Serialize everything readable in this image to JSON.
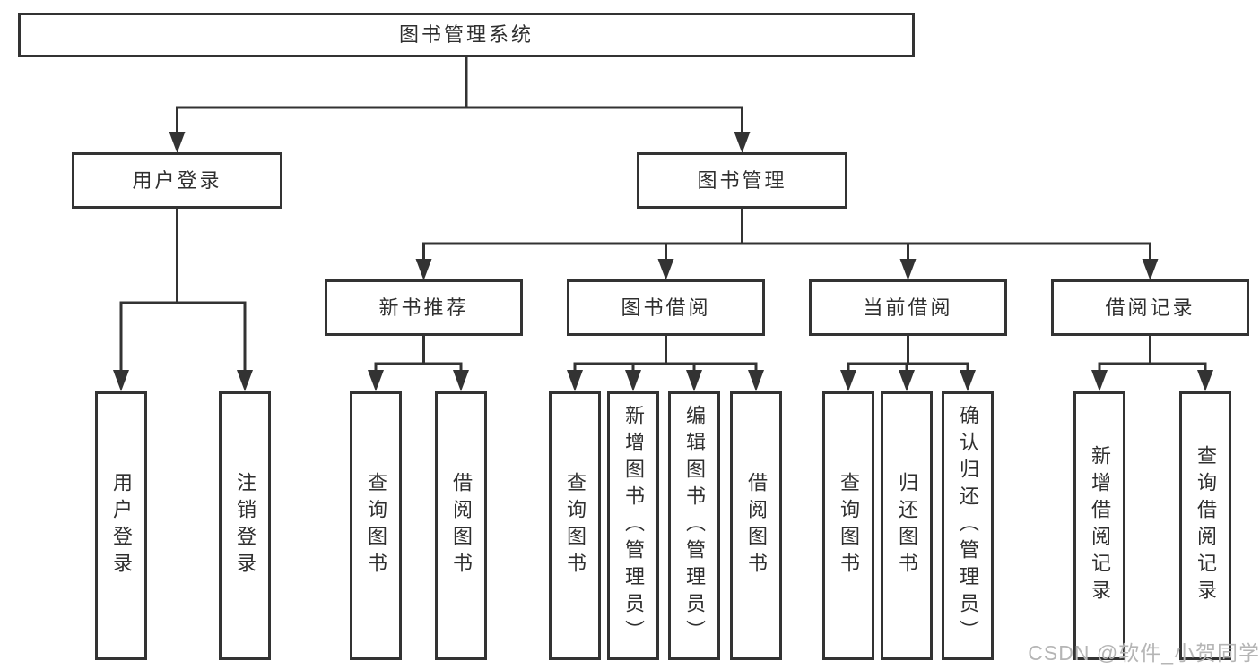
{
  "diagram": {
    "nodes": {
      "root": {
        "label": "图书管理系统"
      },
      "user_login": {
        "label": "用户登录"
      },
      "book_mgmt": {
        "label": "图书管理"
      },
      "new_book_rec": {
        "label": "新书推荐"
      },
      "book_borrow": {
        "label": "图书借阅"
      },
      "current_borrow": {
        "label": "当前借阅"
      },
      "borrow_record": {
        "label": "借阅记录"
      },
      "leaf_user_login": {
        "label": "用户登录"
      },
      "leaf_logout_login": {
        "label": "注销登录"
      },
      "leaf_query_book_rec": {
        "label": "查询图书"
      },
      "leaf_borrow_book_rec": {
        "label": "借阅图书"
      },
      "leaf_query_book_borrow": {
        "label": "查询图书"
      },
      "leaf_add_book_admin": {
        "label": "新增图书（管理员）"
      },
      "leaf_edit_book_admin": {
        "label": "编辑图书（管理员）"
      },
      "leaf_borrow_book_borrow": {
        "label": "借阅图书"
      },
      "leaf_query_book_current": {
        "label": "查询图书"
      },
      "leaf_return_book": {
        "label": "归还图书"
      },
      "leaf_confirm_return_admin": {
        "label": "确认归还（管理员）"
      },
      "leaf_add_borrow_record": {
        "label": "新增借阅记录"
      },
      "leaf_query_borrow_record": {
        "label": "查询借阅记录"
      }
    },
    "watermark": {
      "text": "CSDN @软件_小贺同学"
    },
    "colors": {
      "line": "#333333",
      "box_border": "#333333",
      "text": "#2f2f2f",
      "watermark": "#b5b5b5",
      "background": "#ffffff"
    }
  }
}
